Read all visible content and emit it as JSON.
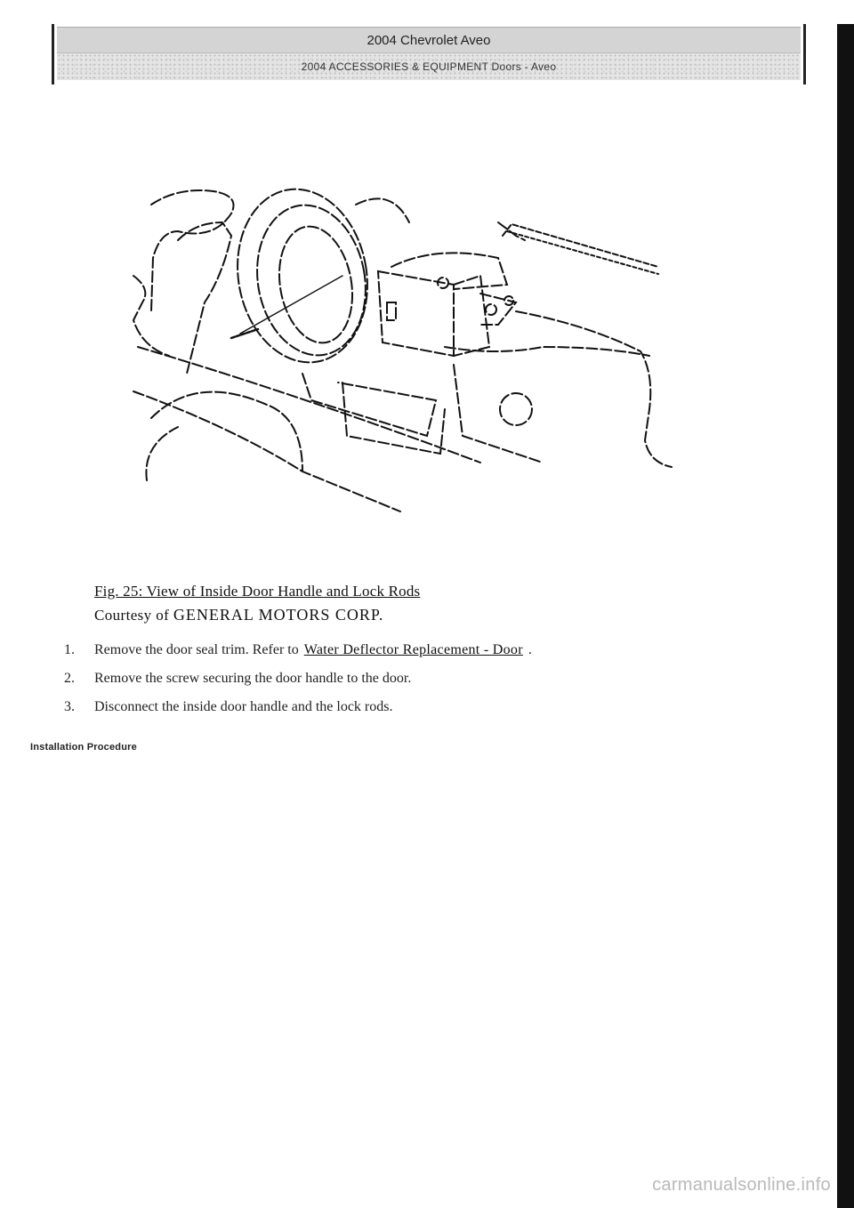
{
  "header": {
    "title": "2004 Chevrolet Aveo",
    "subtitle": "2004 ACCESSORIES & EQUIPMENT Doors - Aveo"
  },
  "figure": {
    "caption": "Fig. 25: View of Inside Door Handle and Lock Rods",
    "courtesy_prefix": "Courtesy of ",
    "courtesy_company": "GENERAL MOTORS CORP."
  },
  "steps": [
    {
      "number": "1.",
      "text": "Remove the door seal trim. Refer to",
      "link": "Water Deflector Replacement - Door",
      "trail": "."
    },
    {
      "number": "2.",
      "text": "Remove the screw securing the door handle to the door."
    },
    {
      "number": "3.",
      "text": "Disconnect the inside door handle and the lock rods."
    }
  ],
  "section_heading": "Installation Procedure",
  "watermark": "carmanualsonline.info"
}
